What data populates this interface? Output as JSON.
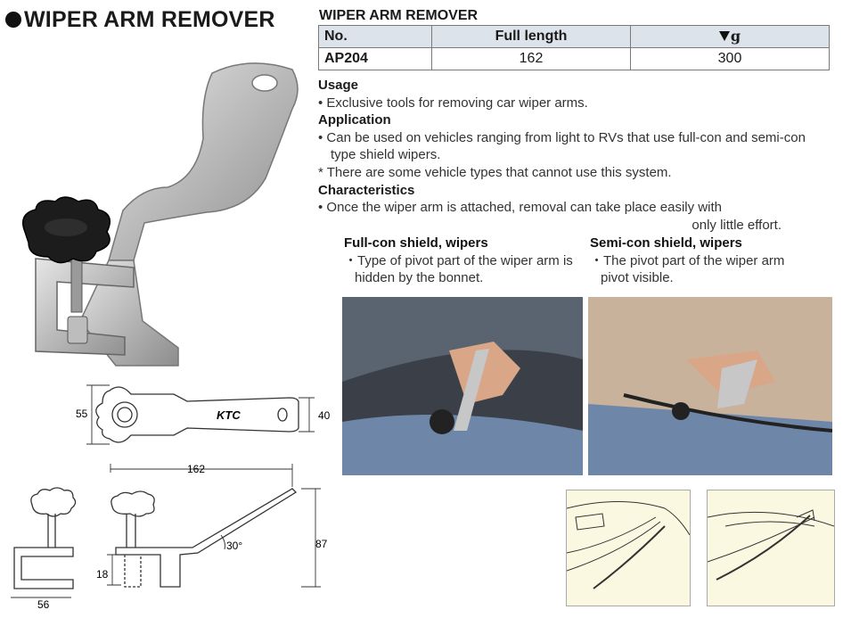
{
  "title": "WIPER ARM REMOVER",
  "spec": {
    "heading": "WIPER ARM REMOVER",
    "col_no": "No.",
    "col_length": "Full length",
    "col_weight_unit": "g",
    "row": {
      "no": "AP204",
      "length": "162",
      "weight": "300"
    }
  },
  "usage": {
    "heading": "Usage",
    "items": [
      "• Exclusive tools for removing car wiper arms."
    ]
  },
  "application": {
    "heading": "Application",
    "items": [
      "• Can be used on vehicles ranging from light to RVs that use full-con and semi-con type shield wipers."
    ],
    "note": "*  There are some vehicle types that cannot use this system."
  },
  "characteristics": {
    "heading": "Characteristics",
    "line1": "• Once the wiper arm is attached, removal can take place easily with",
    "line2": "only little effort."
  },
  "fullcon": {
    "heading": "Full-con shield, wipers",
    "text": "・Type of pivot part of the wiper arm is hidden by the bonnet."
  },
  "semicon": {
    "heading": "Semi-con shield, wipers",
    "text": "・The pivot part of the wiper arm pivot visible."
  },
  "dimensions": {
    "d55": "55",
    "d40": "40",
    "d162": "162",
    "d30": "30°",
    "d87": "87",
    "d18": "18",
    "d56": "56"
  },
  "tool_marking": "KTC",
  "colors": {
    "header_bg": "#dde3ea",
    "sketch_bg": "#fbf8e2"
  }
}
